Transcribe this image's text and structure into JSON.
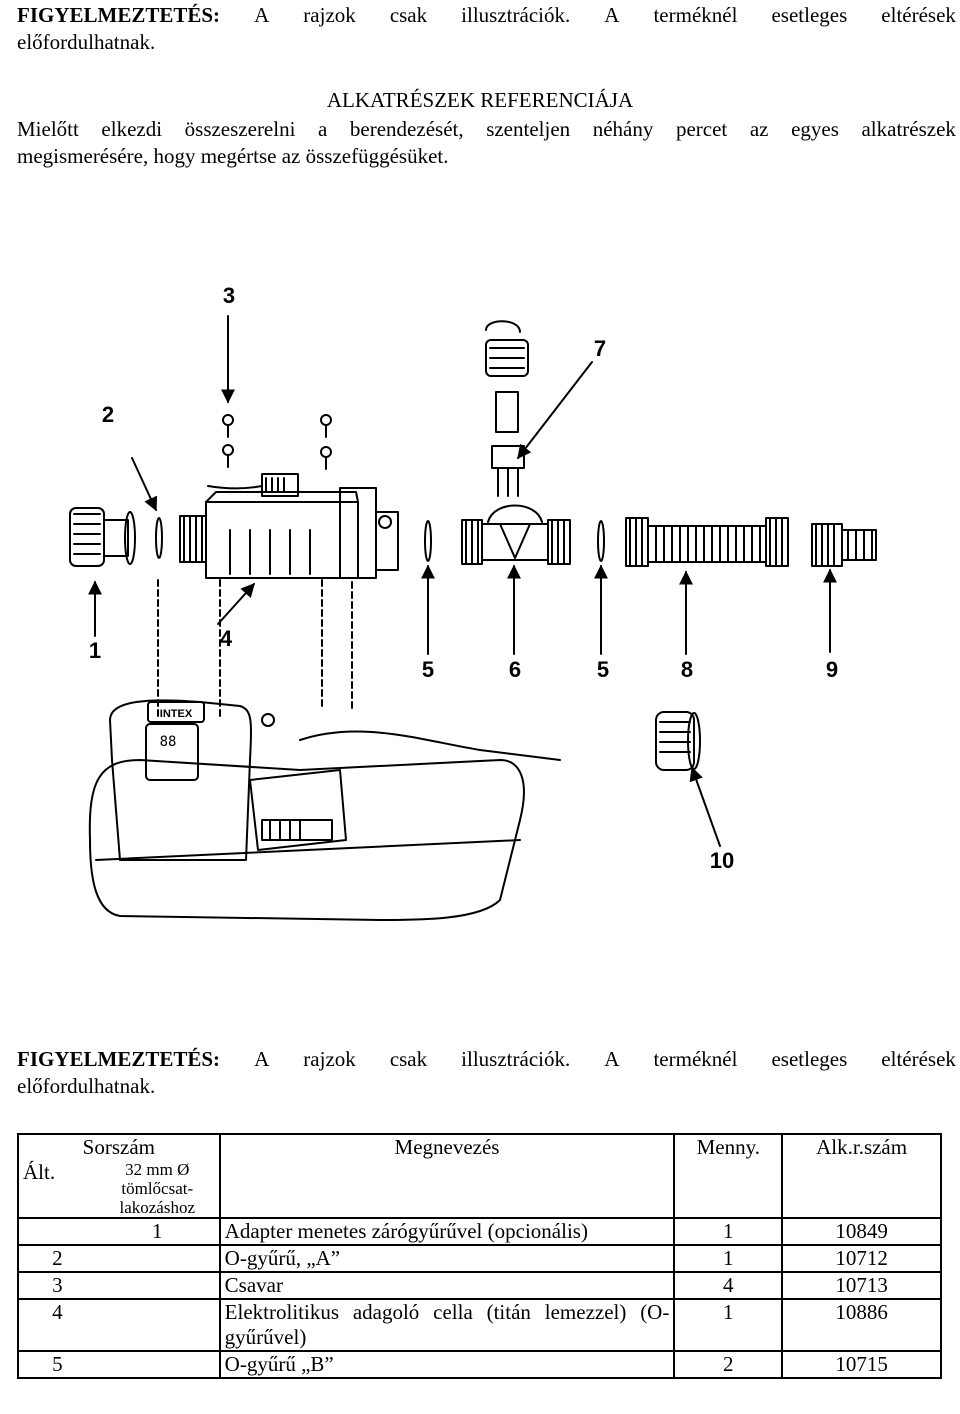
{
  "warning": {
    "prefix": "FIGYELMEZTETÉS:",
    "line1_words": [
      "A",
      "rajzok",
      "csak",
      "illusztrációk.",
      "A",
      "terméknél",
      "esetleges",
      "eltérések"
    ],
    "line2": "előfordulhatnak."
  },
  "section_title": "ALKATRÉSZEK REFERENCIÁJA",
  "intro": {
    "line1_words": [
      "Mielőtt",
      "elkezdi",
      "összeszerelni",
      "a",
      "berendezését,",
      "szenteljen",
      "néhány",
      "percet",
      "az",
      "egyes",
      "alkatrészek"
    ],
    "line2": "megismerésére, hogy megértse az összefüggésüket."
  },
  "diagram": {
    "callouts": [
      "1",
      "2",
      "3",
      "4",
      "5",
      "6",
      "5",
      "7",
      "8",
      "9",
      "10"
    ],
    "brand": "INTEX",
    "display": "88"
  },
  "table": {
    "headers": {
      "sorszam": "Sorszám",
      "alt": "Ált.",
      "hose": "32 mm Ø tömlőcsat-lakozáshoz",
      "name": "Megnevezés",
      "qty": "Menny.",
      "part": "Alk.r.szám"
    },
    "rows": [
      {
        "alt": "",
        "hose": "1",
        "name": "Adapter menetes zárógyűrűvel (opcionális)",
        "qty": "1",
        "part": "10849"
      },
      {
        "alt": "2",
        "hose": "",
        "name": "O-gyűrű, „A”",
        "qty": "1",
        "part": "10712"
      },
      {
        "alt": "3",
        "hose": "",
        "name": "Csavar",
        "qty": "4",
        "part": "10713"
      },
      {
        "alt": "4",
        "hose": "",
        "name": "Elektrolitikus adagoló cella (titán lemezzel) (O-gyűrűvel)",
        "qty": "1",
        "part": "10886"
      },
      {
        "alt": "5",
        "hose": "",
        "name": "O-gyűrű „B”",
        "qty": "2",
        "part": "10715"
      }
    ]
  }
}
